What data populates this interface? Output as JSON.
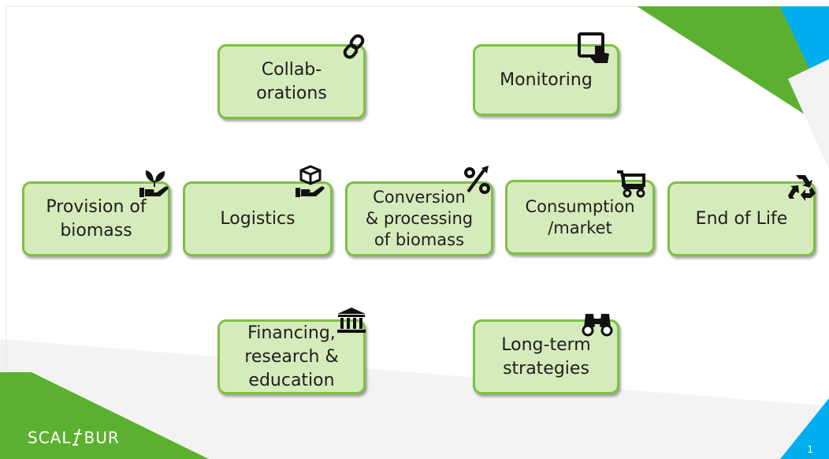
{
  "boxes": {
    "collaborations": "Collab-\norations",
    "monitoring": "Monitoring",
    "provision": "Provision of\nbiomass",
    "logistics": "Logistics",
    "conversion": "Conversion\n& processing\nof biomass",
    "consumption": "Consumption\n/market",
    "end_of_life": "End of Life",
    "financing": "Financing,\nresearch &\neducation",
    "long_term": "Long-term\nstrategies"
  },
  "footer": {
    "logo_left": "SCAL",
    "logo_right": "BUR",
    "slide_number": "1"
  },
  "colors": {
    "box_fill": "#d6ebbb",
    "box_border": "#7cc142",
    "accent_green": "#5bb12f",
    "accent_cyan": "#00aeef"
  },
  "icons": {
    "collaborations": "link-icon",
    "monitoring": "tablet-touch-icon",
    "provision": "hand-plant-icon",
    "logistics": "hand-box-icon",
    "conversion": "percent-arrow-icon",
    "consumption": "cart-icon",
    "end_of_life": "recycle-icon",
    "financing": "bank-icon",
    "long_term": "binoculars-icon"
  }
}
